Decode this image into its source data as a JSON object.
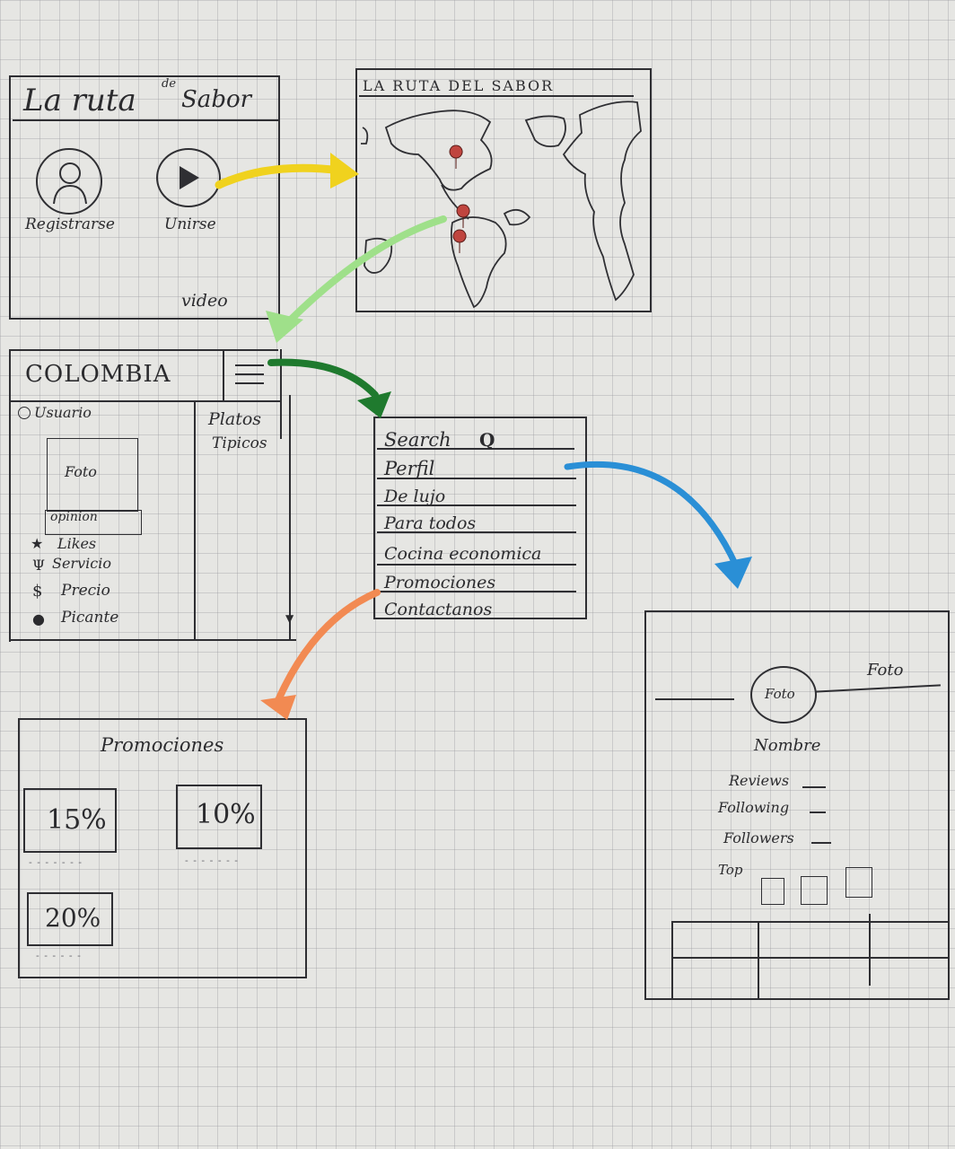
{
  "screen_home": {
    "title_part1": "La ruta",
    "title_small": "de",
    "title_part2": "Sabor",
    "register_label": "Registrarse",
    "join_label": "Unirse",
    "video_label": "video"
  },
  "screen_map": {
    "title": "LA RUTA DEL SABOR"
  },
  "screen_country": {
    "country": "COLOMBIA",
    "user_label": "Usuario",
    "photo_label": "Foto",
    "opinion_label": "opinion",
    "ratings": [
      {
        "icon": "star-icon",
        "label": "Likes"
      },
      {
        "icon": "cutlery-icon",
        "label": "Servicio"
      },
      {
        "icon": "dollar-icon",
        "label": "Precio"
      },
      {
        "icon": "chili-icon",
        "label": "Picante"
      }
    ],
    "side_title_1": "Platos",
    "side_title_2": "Tipicos"
  },
  "screen_menu": {
    "search_label": "Search",
    "items": [
      "Perfil",
      "De lujo",
      "Para todos",
      "Cocina economica",
      "Promociones",
      "Contactanos"
    ]
  },
  "screen_promos": {
    "title": "Promociones",
    "discounts": [
      "15%",
      "10%",
      "20%"
    ]
  },
  "screen_profile": {
    "avatar_label": "Foto",
    "cover_label": "Foto",
    "name_label": "Nombre",
    "stats": [
      "Reviews",
      "Following",
      "Followers"
    ],
    "top_label": "Top"
  },
  "arrow_colors": {
    "yellow": "#f0d21e",
    "light_green": "#9fe08a",
    "dark_green": "#1f7a2e",
    "blue": "#2a8fd6",
    "orange": "#f28a52"
  }
}
